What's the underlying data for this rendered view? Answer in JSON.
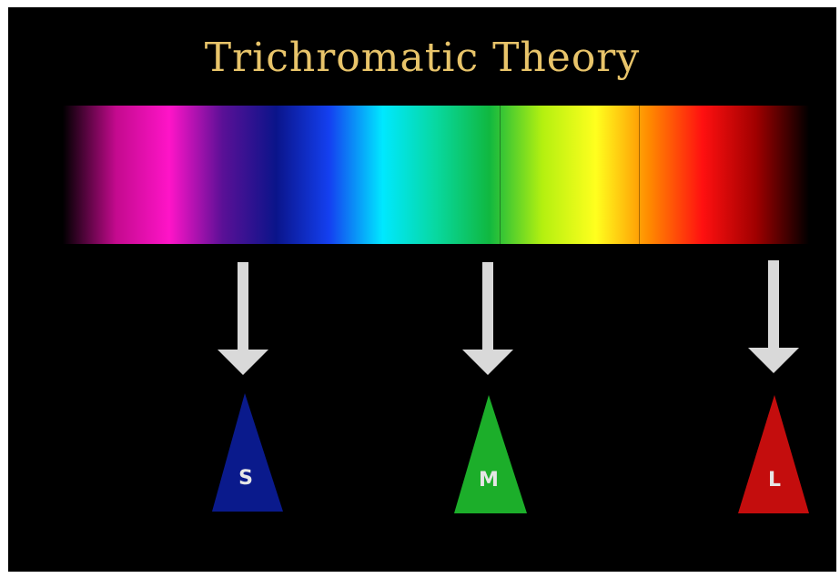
{
  "title": "Trichromatic Theory",
  "cones": [
    {
      "label": "S",
      "color": "#0a1a8c"
    },
    {
      "label": "M",
      "color": "#1cae2a"
    },
    {
      "label": "L",
      "color": "#c40d0d"
    }
  ],
  "spectrum_colors": [
    "#000000",
    "#c40a8e",
    "#ff14c8",
    "#5a1096",
    "#0a148a",
    "#1440f0",
    "#00e8ff",
    "#08d8a0",
    "#10b840",
    "#b4f010",
    "#ffff1e",
    "#ff8a00",
    "#ff1010",
    "#a00000",
    "#000000"
  ],
  "arrow_color": "#d9d9d9"
}
